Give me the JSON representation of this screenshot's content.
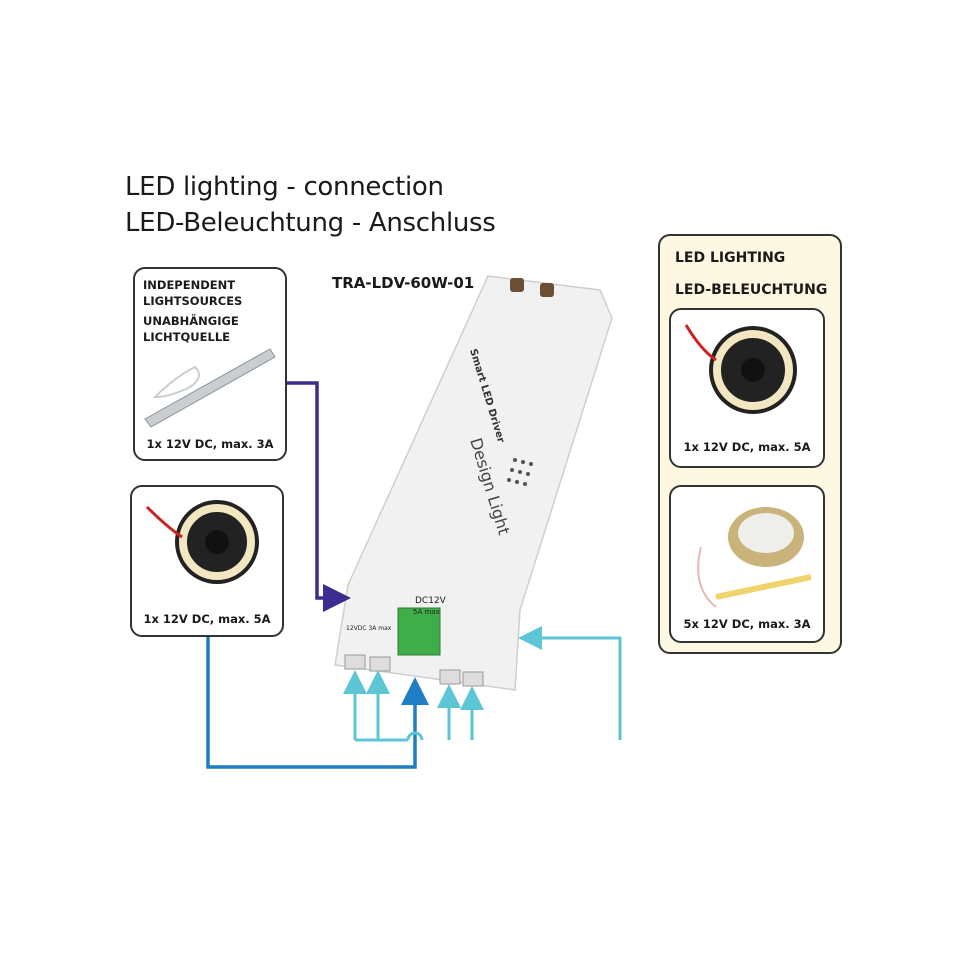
{
  "title": {
    "line1": "LED lighting - connection",
    "line2": "LED-Beleuchtung - Anschluss"
  },
  "model": "TRA-LDV-60W-01",
  "left_boxes": [
    {
      "label_en": "INDEPENDENT LIGHTSOURCES",
      "label_de": "UNABHÄNGIGE LICHTQUELLE",
      "caption": "1x 12V DC, max. 3A"
    },
    {
      "caption": "1x 12V DC, max. 5A"
    }
  ],
  "right_panel": {
    "heading_en": "LED LIGHTING",
    "heading_de": "LED-BELEUCHTUNG",
    "items": [
      {
        "caption": "1x 12V DC, max. 5A"
      },
      {
        "caption": "5x 12V DC, max. 3A"
      }
    ]
  },
  "device": {
    "name": "Smart LED Driver",
    "brand": "Design Light",
    "input": "DC12V",
    "input_max": "5A max",
    "port_label": "12VDC 3A max"
  },
  "colors": {
    "purple": "#3a2d8f",
    "blue": "#1f7ec6",
    "cyan": "#5cc6d6",
    "panel": "#fdf8e1"
  }
}
